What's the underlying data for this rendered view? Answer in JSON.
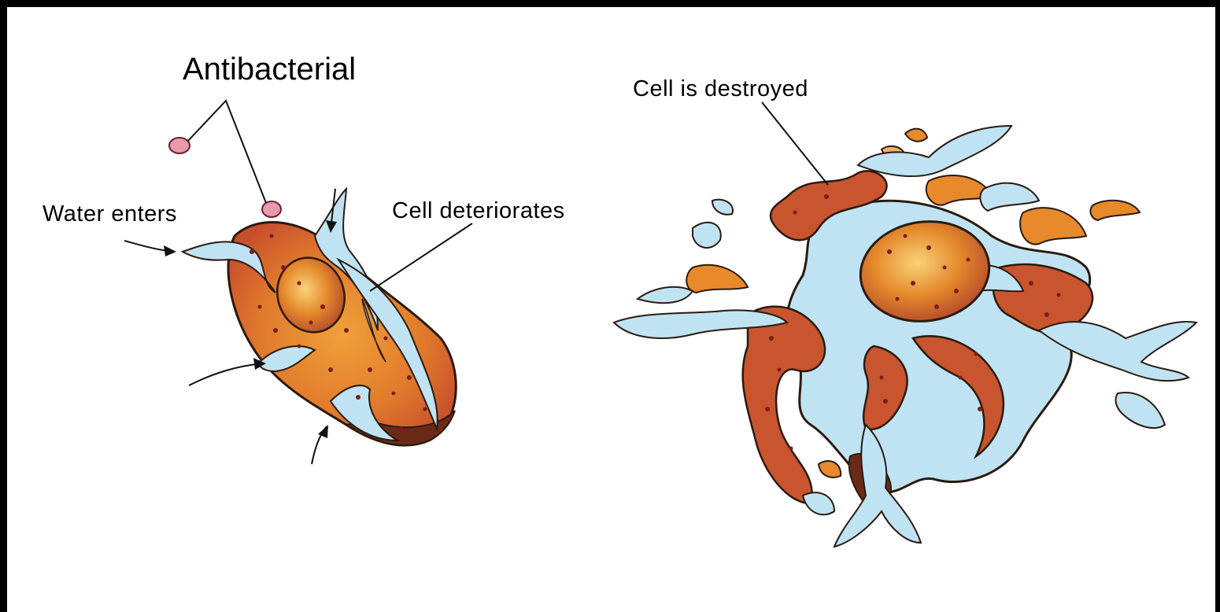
{
  "labels": {
    "antibacterial": "Antibacterial",
    "water_enters": "Water enters",
    "cell_deteriorates": "Cell deteriorates",
    "cell_is_destroyed": "Cell is destroyed"
  },
  "colors": {
    "cytoplasm": "#c8552e",
    "cytoplasm_light": "#e8892c",
    "nucleus": "#d9772a",
    "nucleus_highlight": "#f7c06a",
    "water": "#bfe3f2",
    "water_deep": "#8ccde8",
    "outline": "#2a1a10",
    "speckle": "#7a1e1e",
    "antibacterial_particle": "#e79aa7",
    "frame": "#000000"
  }
}
